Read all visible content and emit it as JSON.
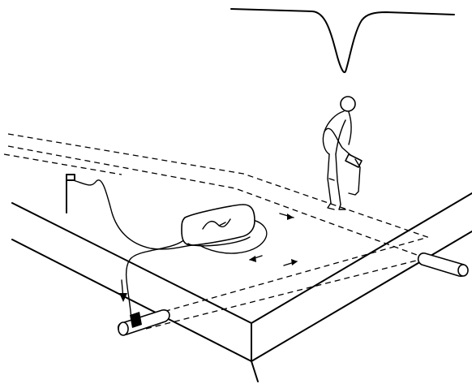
{
  "figure": {
    "elements": [
      "signal-trace",
      "surveyor-with-detector",
      "ground-slab",
      "buried-pipe-left",
      "buried-pipe-right",
      "transmitter-box",
      "ground-stake",
      "connection-cable"
    ]
  }
}
